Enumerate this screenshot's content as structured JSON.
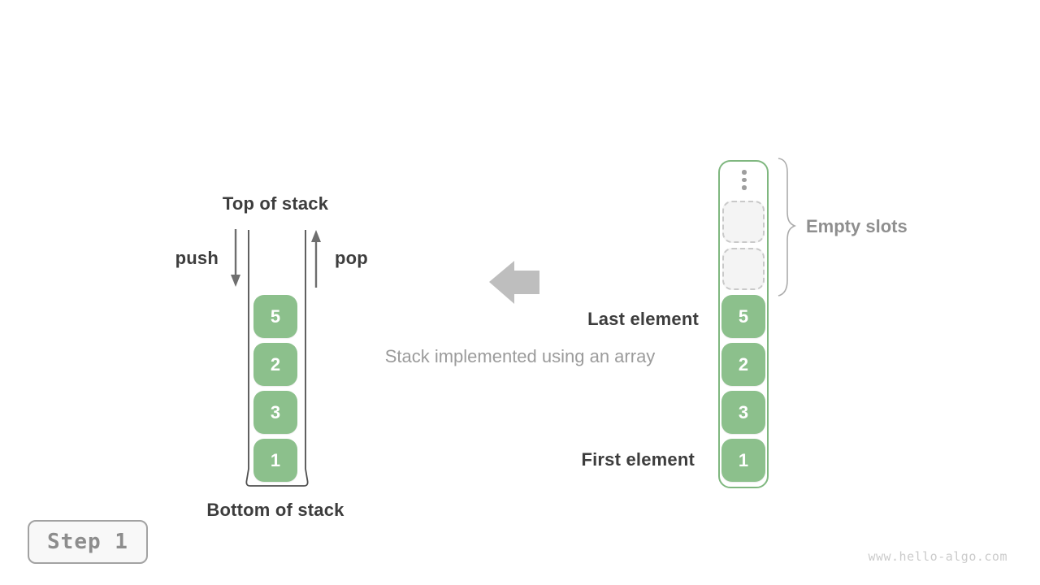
{
  "caption": {
    "text": "Stack implemented using an array"
  },
  "step_badge": {
    "label": "Step 1"
  },
  "watermark": {
    "text": "www.hello-algo.com"
  },
  "left_stack": {
    "top_label": "Top of stack",
    "bottom_label": "Bottom of stack",
    "push_label": "push",
    "pop_label": "pop",
    "elements": [
      "5",
      "2",
      "3",
      "1"
    ]
  },
  "array_stack": {
    "empty_slots_label": "Empty slots",
    "empty_slots_count": 2,
    "last_element_label": "Last element",
    "first_element_label": "First element",
    "elements": [
      "5",
      "2",
      "3",
      "1"
    ]
  },
  "colors": {
    "element_green": "#8cc08c",
    "array_border_green": "#7fb77f",
    "label_dark": "#3d3d3d",
    "label_gray_bold": "#8f8f8f",
    "caption_gray": "#9b9b9b",
    "arrow_gray": "#6e6e6e",
    "block_arrow_gray": "#bebebe",
    "empty_slot_fill": "#f4f4f4",
    "empty_slot_border": "#c9c9c9"
  },
  "icons": {
    "push_arrow": "down-arrow",
    "pop_arrow": "up-arrow",
    "transform_arrow": "left-block-arrow",
    "more_items": "vertical-ellipsis",
    "grouping": "right-curly-brace"
  }
}
